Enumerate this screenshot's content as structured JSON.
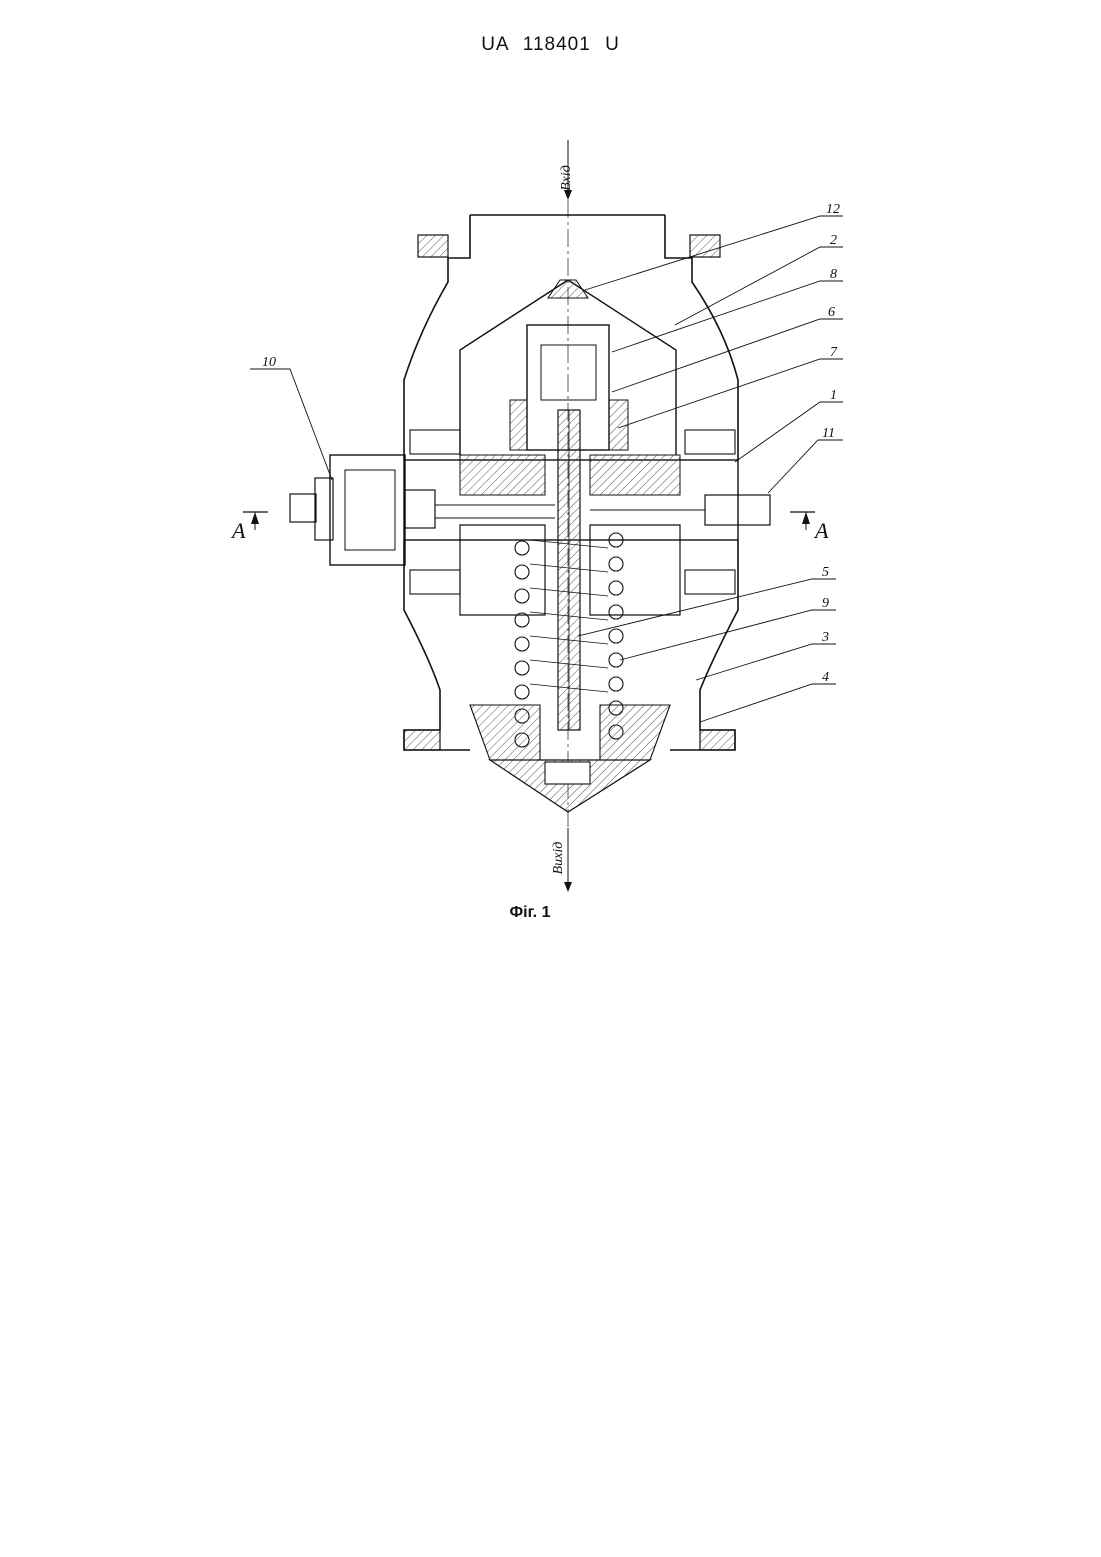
{
  "header": {
    "doc_number": "UA   118401   U"
  },
  "figure": {
    "caption": "Фіг. 1",
    "inlet_label": "Вхід",
    "outlet_label": "Вихід",
    "section_label": "A",
    "callouts": [
      "12",
      "2",
      "8",
      "6",
      "7",
      "1",
      "11",
      "10",
      "5",
      "9",
      "3",
      "4"
    ]
  }
}
